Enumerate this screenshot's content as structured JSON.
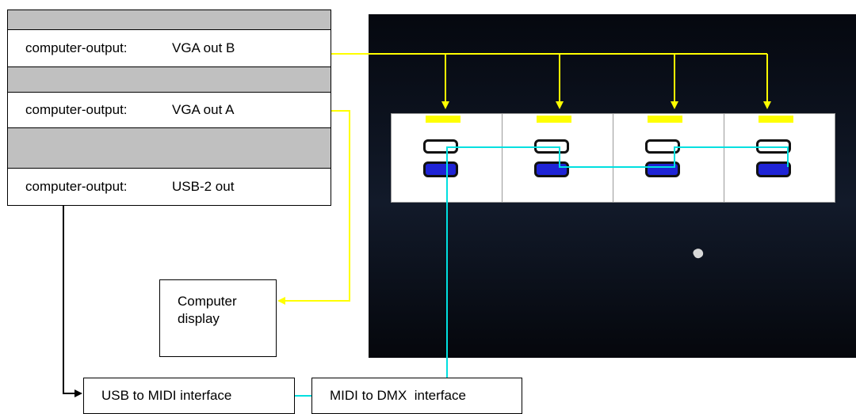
{
  "outputs": [
    {
      "prefix": "computer-output:",
      "name": "VGA out B"
    },
    {
      "prefix": "computer-output:",
      "name": "VGA out A"
    },
    {
      "prefix": "computer-output:",
      "name": "USB-2 out"
    }
  ],
  "computer_display": {
    "line1": "Computer",
    "line2": "display"
  },
  "usb_midi": {
    "label": "USB to MIDI interface"
  },
  "midi_dmx": {
    "label": "MIDI to DMX  interface"
  },
  "colors": {
    "video_connector": "#ffff00",
    "dmx_connector": "#00e0e0",
    "usb_connector": "#000000"
  }
}
